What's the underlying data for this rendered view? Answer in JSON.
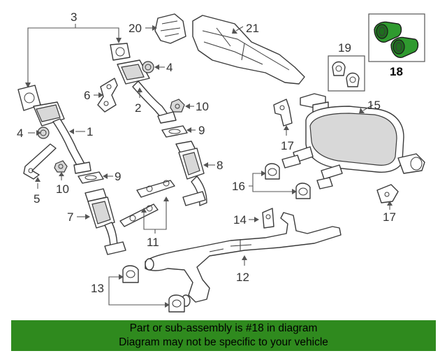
{
  "callouts": {
    "c1": "1",
    "c2": "2",
    "c3": "3",
    "c4a": "4",
    "c4b": "4",
    "c5": "5",
    "c6": "6",
    "c7": "7",
    "c8": "8",
    "c9a": "9",
    "c9b": "9",
    "c10a": "10",
    "c10b": "10",
    "c11": "11",
    "c12": "12",
    "c13": "13",
    "c14": "14",
    "c15": "15",
    "c16": "16",
    "c17a": "17",
    "c17b": "17",
    "c18": "18",
    "c19": "19",
    "c20": "20",
    "c21": "21"
  },
  "highlight_color": "#2f9a2f",
  "banner": {
    "line1": "Part or sub-assembly is #18 in diagram",
    "line2": "Diagram may not be specific to your vehicle",
    "background": "#2f8a1e"
  }
}
